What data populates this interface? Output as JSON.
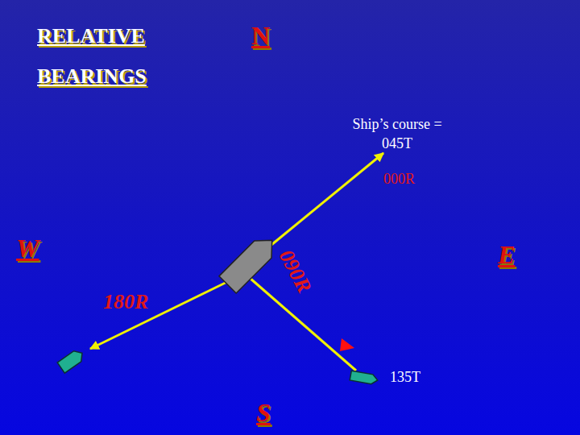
{
  "diagram": {
    "title": "RELATIVE BEARINGS",
    "labels": [
      "N",
      "Ship’s course = 045T",
      "000R",
      "W",
      "E",
      "090R",
      "180R",
      "135T",
      "S"
    ]
  }
}
